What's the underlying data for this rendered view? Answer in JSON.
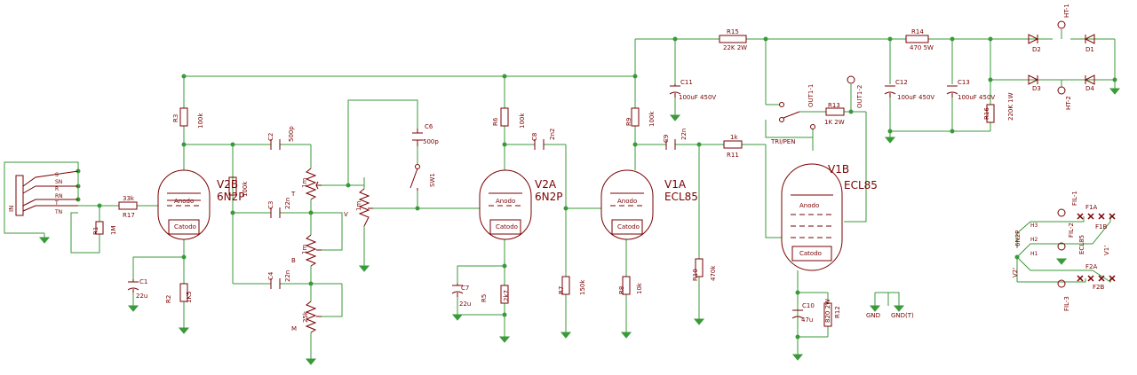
{
  "colors": {
    "wire": "#3a9a3a",
    "part": "#7a0000",
    "junction": "#3a9a3a",
    "background": "#ffffff"
  },
  "jack": {
    "label": "IN",
    "pins": [
      "S",
      "SN",
      "R",
      "RN",
      "T",
      "TN"
    ]
  },
  "resistors": {
    "r1": {
      "name": "R1",
      "value": "1M"
    },
    "r2": {
      "name": "R2",
      "value": "1K5"
    },
    "r3": {
      "name": "R3",
      "value": "100k"
    },
    "r4": {
      "name": "R4",
      "value": "100k"
    },
    "r5": {
      "name": "R5",
      "value": "2k7"
    },
    "r6": {
      "name": "R6",
      "value": "100k"
    },
    "r7": {
      "name": "R7",
      "value": "150k"
    },
    "r8": {
      "name": "R8",
      "value": "10k"
    },
    "r9": {
      "name": "R9",
      "value": "100k"
    },
    "r10": {
      "name": "R10",
      "value": "470k"
    },
    "r11": {
      "name": "R11",
      "value": "1k"
    },
    "r12": {
      "name": "R12",
      "value": "820 2W"
    },
    "r13": {
      "name": "R13",
      "value": "1K 2W"
    },
    "r14": {
      "name": "R14",
      "value": "470 5W"
    },
    "r15": {
      "name": "R15",
      "value": "22K 2W"
    },
    "r16": {
      "name": "R16",
      "value": "220K 1W"
    },
    "r17": {
      "name": "R17",
      "value": "33k"
    }
  },
  "capacitors": {
    "c1": {
      "name": "C1",
      "value": "22u"
    },
    "c2": {
      "name": "C2",
      "value": "500p"
    },
    "c3": {
      "name": "C3",
      "value": "22n"
    },
    "c4": {
      "name": "C4",
      "value": "22n"
    },
    "c6": {
      "name": "C6",
      "value": "500p"
    },
    "c7": {
      "name": "C7",
      "value": "22u"
    },
    "c8": {
      "name": "C8",
      "value": "2n2"
    },
    "c9": {
      "name": "C9",
      "value": "22n"
    },
    "c10": {
      "name": "C10",
      "value": "47u"
    },
    "c11": {
      "name": "C11",
      "value": "100uF 450V"
    },
    "c12": {
      "name": "C12",
      "value": "100uF 450V"
    },
    "c13": {
      "name": "C13",
      "value": "100uF 450V"
    }
  },
  "pots": {
    "t": {
      "name": "T",
      "value": "1m"
    },
    "b": {
      "name": "B",
      "value": "1m"
    },
    "m": {
      "name": "M",
      "value": "25k"
    },
    "v": {
      "name": "V",
      "value": "1m"
    }
  },
  "tubes": {
    "v2b": {
      "name": "V2B",
      "type": "6N2P",
      "anode": "Anodo",
      "cathode": "Catodo"
    },
    "v2a": {
      "name": "V2A",
      "type": "6N2P",
      "anode": "Anodo",
      "cathode": "Catodo"
    },
    "v1a": {
      "name": "V1A",
      "type": "ECL85",
      "anode": "Anodo",
      "cathode": "Catodo"
    },
    "v1b": {
      "name": "V1B",
      "type": "ECL85",
      "anode": "Anodo",
      "cathode": "Catodo"
    }
  },
  "diodes": [
    "D1",
    "D2",
    "D3",
    "D4"
  ],
  "switches": {
    "sw1": "SW1",
    "trpen": "TRI/PEN"
  },
  "outputs": {
    "out11": "OUT1-1",
    "out12": "OUT1-2"
  },
  "ht": [
    "HT-1",
    "HT-2"
  ],
  "gnd": {
    "gnd": "GND",
    "gndt": "GND(T)"
  },
  "heaters": {
    "fil": [
      "FIL-1",
      "FIL-2",
      "FIL-3"
    ],
    "fuses": [
      "F1A",
      "F1B",
      "F2A",
      "F2B"
    ],
    "h": [
      "H1",
      "H2",
      "H3"
    ],
    "tube_labels": [
      "6N2P",
      "V2'",
      "V1'",
      "ECL85"
    ]
  }
}
